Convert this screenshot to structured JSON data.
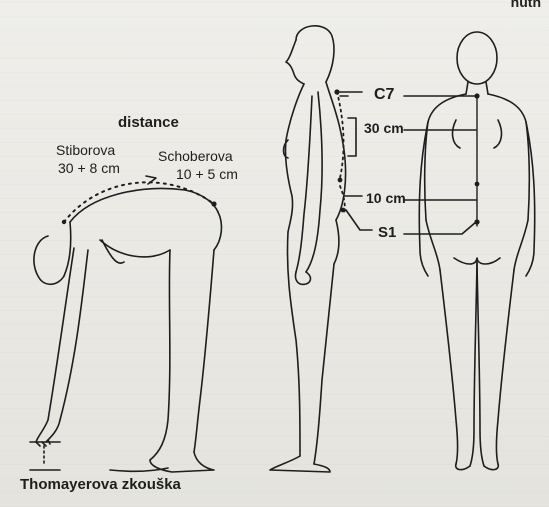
{
  "header_fragment": "nutn",
  "labels": {
    "distance": "distance",
    "stiborova": "Stiborova",
    "stiborova_value": "30 + 8 cm",
    "schoberova": "Schoberova",
    "schoberova_value": "10 + 5 cm",
    "c7": "C7",
    "cm30": "30 cm",
    "cm10": "10 cm",
    "s1": "S1",
    "thomayer": "Thomayerova zkouška"
  },
  "colors": {
    "ink": "#1e1e1e",
    "paper": "#ecebe6"
  }
}
